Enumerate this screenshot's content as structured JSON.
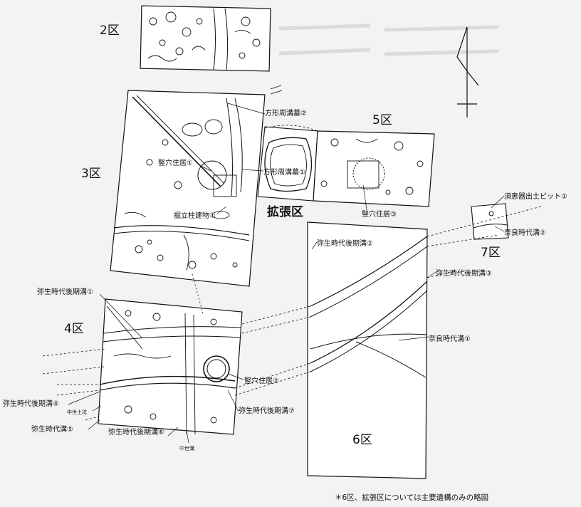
{
  "zones": {
    "zone2": "2区",
    "zone3": "3区",
    "zone4": "4区",
    "zone5": "5区",
    "zone6": "6区",
    "zone7": "7区",
    "extension": "拡張区"
  },
  "features": {
    "square_moat_tomb_2": "方形周溝墓②",
    "square_moat_tomb_1": "方形周溝墓①",
    "pit_dwelling_1": "竪穴住居①",
    "pillar_building_1": "掘立柱建物①",
    "pit_dwelling_2": "竪穴住居②",
    "pit_dwelling_3": "竪穴住居③",
    "sue_pit_1": "須恵器出土ピット①",
    "nara_ditch_2": "奈良時代溝②",
    "nara_ditch_1": "奈良時代溝①",
    "yayoi_late_ditch_1": "弥生時代後期溝①",
    "yayoi_late_ditch_2": "弥生時代後期溝②",
    "yayoi_late_ditch_3": "弥生時代後期溝③",
    "yayoi_late_ditch_4": "弥生時代後期溝④",
    "yayoi_ditch_5": "弥生時代溝⑤",
    "yayoi_late_ditch_6": "弥生時代後期溝⑥",
    "yayoi_late_ditch_7": "弥生時代後期溝⑦",
    "medieval_pit": "中世土坑",
    "medieval_ditch": "中世溝"
  },
  "note": "＊6区、拡張区については主要遺構のみの略図",
  "colors": {
    "background": "#f3f3f1",
    "ink": "#111111",
    "paper": "#ffffff"
  }
}
